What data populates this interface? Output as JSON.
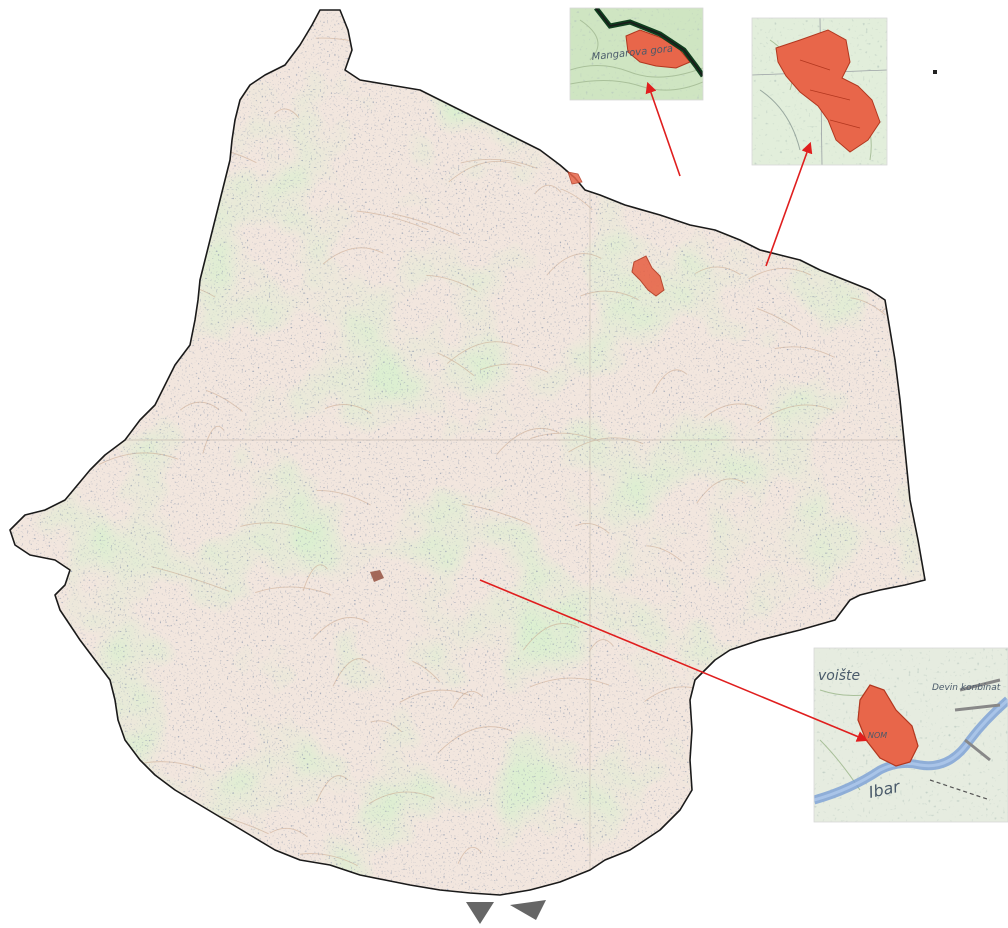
{
  "map": {
    "colors": {
      "forest": "#b6dca2",
      "open_land": "#f2e6de",
      "border": "#1a1a1a",
      "contour": "#c9a58c",
      "road": "#5b6476",
      "hazard_fill": "#e8664a",
      "hazard_edge": "#b2371f",
      "arrow": "#e01e1e",
      "river": "#7fa3d6",
      "tile_seam": "#c8bdb2"
    },
    "insets": [
      {
        "id": "inset-north",
        "labels": [
          "Mangarova gora"
        ]
      },
      {
        "id": "inset-northeast",
        "labels": []
      },
      {
        "id": "inset-southeast",
        "labels": [
          "voište",
          "Devin konbinat",
          "Ibar",
          "NOM"
        ]
      }
    ],
    "icons": [
      "arrow-icon",
      "arrow-icon",
      "arrow-icon"
    ]
  }
}
